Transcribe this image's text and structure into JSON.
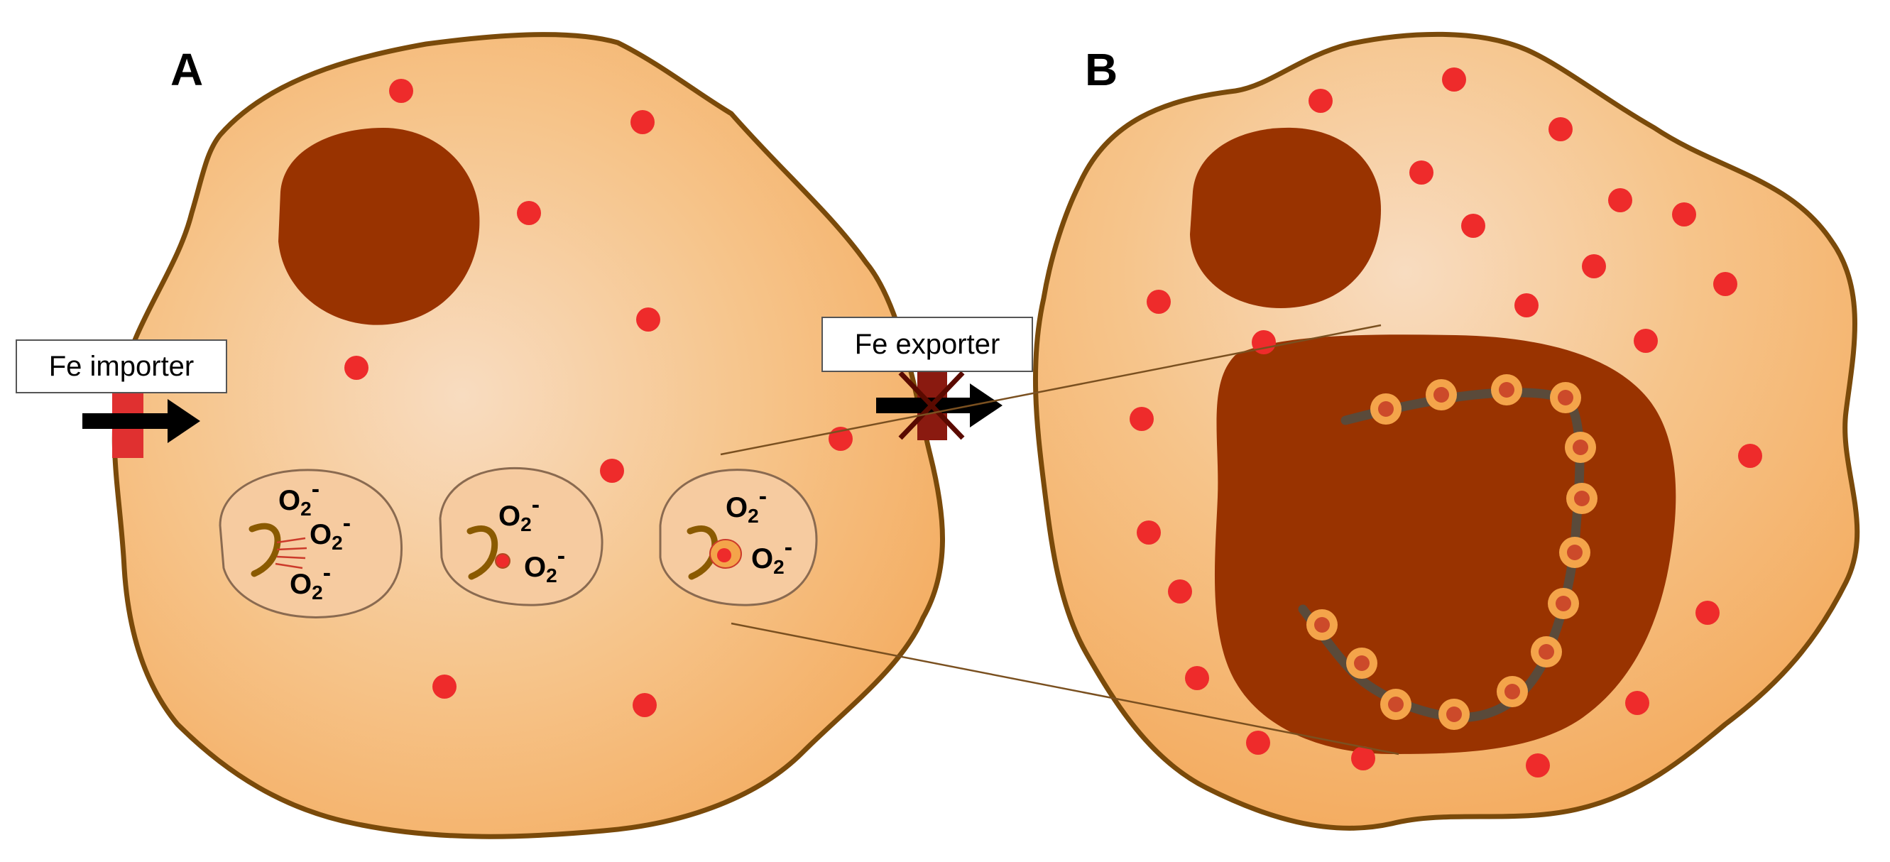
{
  "panels": {
    "a": "A",
    "b": "B"
  },
  "labels": {
    "importer": "Fe importer",
    "exporter": "Fe exporter"
  },
  "superoxide": {
    "base": "O",
    "sub": "2",
    "charge": "-"
  },
  "colors": {
    "cell_fill": "#f6b268",
    "cell_center": "#f8d9b6",
    "cell_outline": "#7a4a0a",
    "nucleus": "#993300",
    "iron": "#ee2b2b",
    "membrane_importer": "#e03030",
    "membrane_exporter_blocked": "#8a1a10",
    "arrow": "#000000",
    "mtdna": "#5a4a3a",
    "iron_aggregate": "#f4a44a"
  }
}
